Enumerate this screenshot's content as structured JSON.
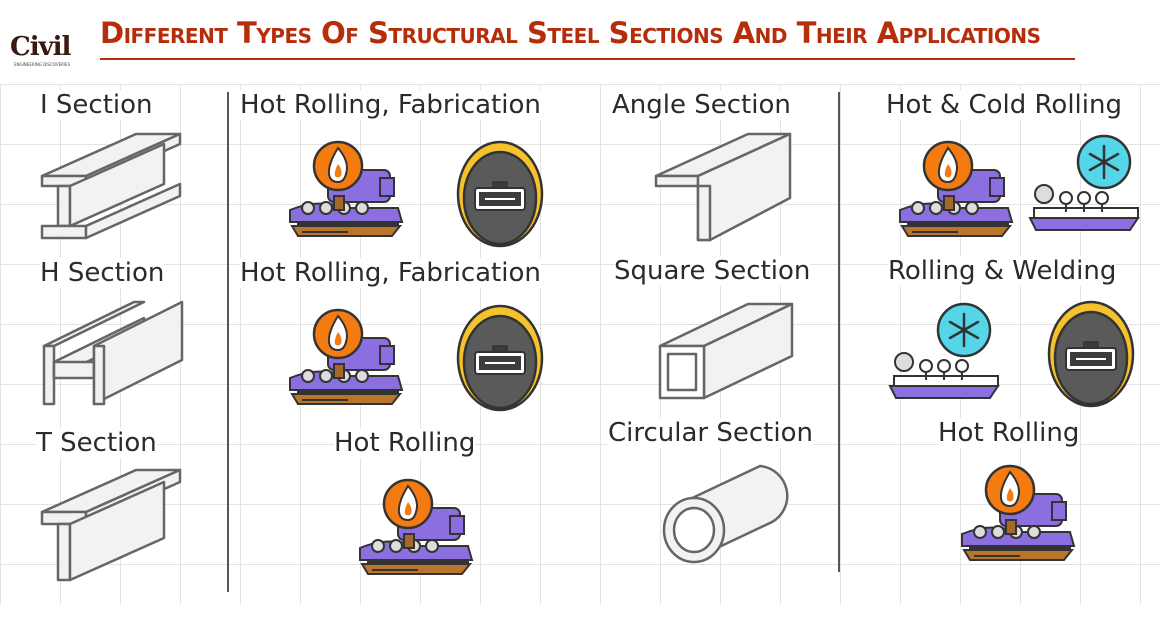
{
  "logo": {
    "text": "Civil",
    "subtitle": "ENGINEERING DISCOVERIES"
  },
  "title": "Different Types Of Structural Steel Sections And Their Applications",
  "sections": [
    {
      "section_label": "I Section",
      "application_label": "Hot Rolling, Fabrication",
      "processes": [
        "furnace-icon",
        "welding-mask-icon"
      ]
    },
    {
      "section_label": "H Section",
      "application_label": "Hot Rolling, Fabrication",
      "processes": [
        "furnace-icon",
        "welding-mask-icon"
      ]
    },
    {
      "section_label": "T Section",
      "application_label": "Hot Rolling",
      "processes": [
        "furnace-icon"
      ]
    },
    {
      "section_label": "Angle Section",
      "application_label": "Hot & Cold Rolling",
      "processes": [
        "furnace-icon",
        "cold-rolling-icon"
      ]
    },
    {
      "section_label": "Square Section",
      "application_label": "Rolling & Welding",
      "processes": [
        "cold-rolling-icon",
        "welding-mask-icon"
      ]
    },
    {
      "section_label": "Circular Section",
      "application_label": "Hot Rolling",
      "processes": [
        "furnace-icon"
      ]
    }
  ],
  "colors": {
    "title": "#b52d0a",
    "flame": "#f47a12",
    "machine": "#8b6fe0",
    "base": "#b8752b",
    "mask_hair": "#f5c22b",
    "snow": "#55d6e8"
  }
}
